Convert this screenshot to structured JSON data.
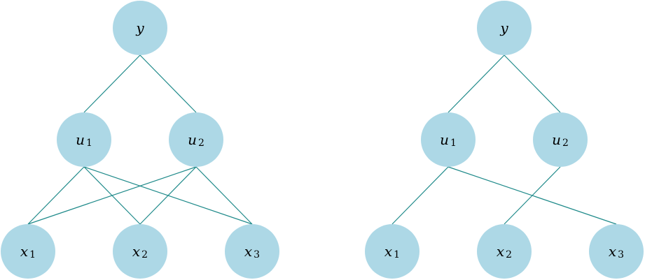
{
  "colors": {
    "node_fill": "#add8e6",
    "edge_stroke": "#1f8a8a",
    "label_color": "#000000"
  },
  "graphs": [
    {
      "nodes": [
        {
          "id": "y",
          "symbol": "y",
          "subscript": ""
        },
        {
          "id": "u1",
          "symbol": "u",
          "subscript": "1"
        },
        {
          "id": "u2",
          "symbol": "u",
          "subscript": "2"
        },
        {
          "id": "x1",
          "symbol": "x",
          "subscript": "1"
        },
        {
          "id": "x2",
          "symbol": "x",
          "subscript": "2"
        },
        {
          "id": "x3",
          "symbol": "x",
          "subscript": "3"
        }
      ],
      "edges": [
        [
          "y",
          "u1"
        ],
        [
          "y",
          "u2"
        ],
        [
          "u1",
          "x1"
        ],
        [
          "u1",
          "x2"
        ],
        [
          "u1",
          "x3"
        ],
        [
          "u2",
          "x1"
        ],
        [
          "u2",
          "x2"
        ],
        [
          "u2",
          "x3"
        ]
      ]
    },
    {
      "nodes": [
        {
          "id": "y",
          "symbol": "y",
          "subscript": ""
        },
        {
          "id": "u1",
          "symbol": "u",
          "subscript": "1"
        },
        {
          "id": "u2",
          "symbol": "u",
          "subscript": "2"
        },
        {
          "id": "x1",
          "symbol": "x",
          "subscript": "1"
        },
        {
          "id": "x2",
          "symbol": "x",
          "subscript": "2"
        },
        {
          "id": "x3",
          "symbol": "x",
          "subscript": "3"
        }
      ],
      "edges": [
        [
          "y",
          "u1"
        ],
        [
          "y",
          "u2"
        ],
        [
          "u1",
          "x1"
        ],
        [
          "u1",
          "x3"
        ],
        [
          "u2",
          "x2"
        ]
      ]
    }
  ]
}
